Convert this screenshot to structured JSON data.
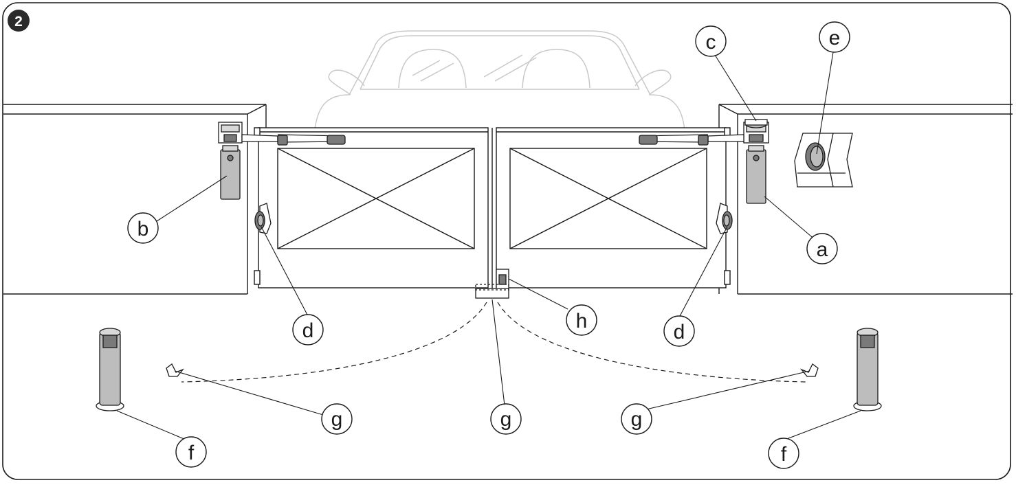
{
  "figure": {
    "number": "2",
    "labels": {
      "a": "a",
      "b": "b",
      "c": "c",
      "d": "d",
      "e": "e",
      "f": "f",
      "g": "g",
      "h": "h"
    }
  },
  "colors": {
    "line": "#1a1a1a",
    "car_outline": "#c8c8c8",
    "metal": "#bdbdbd",
    "metal_dark": "#7a7a7a",
    "badge": "#2b2b2b"
  }
}
